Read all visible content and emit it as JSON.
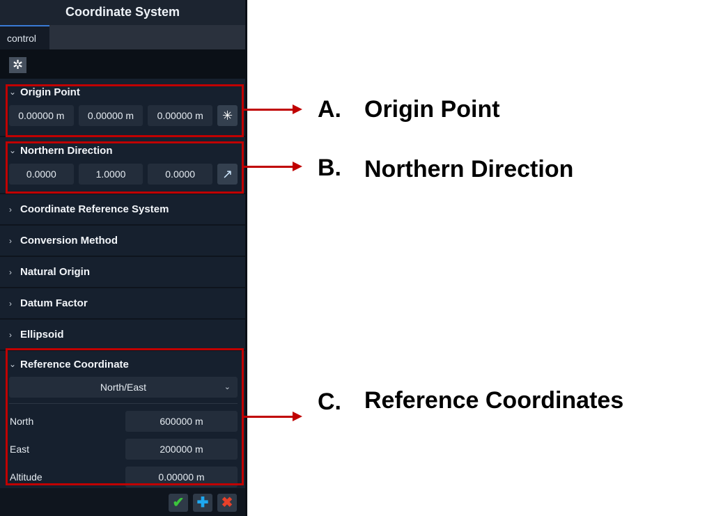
{
  "window": {
    "title": "Coordinate System"
  },
  "tabs": [
    {
      "label": "control"
    }
  ],
  "toolbar": {
    "settings_icon": "gear-icon"
  },
  "sections": {
    "origin_point": {
      "label": "Origin Point",
      "expanded": true,
      "values": [
        "0.00000 m",
        "0.00000 m",
        "0.00000 m"
      ],
      "pick_icon": "star-burst-icon"
    },
    "northern_direction": {
      "label": "Northern Direction",
      "expanded": true,
      "values": [
        "0.0000",
        "1.0000",
        "0.0000"
      ],
      "pick_icon": "direction-arrow-icon"
    },
    "collapsed": [
      {
        "label": "Coordinate Reference System"
      },
      {
        "label": "Conversion Method"
      },
      {
        "label": "Natural Origin"
      },
      {
        "label": "Datum Factor"
      },
      {
        "label": "Ellipsoid"
      }
    ],
    "reference_coordinate": {
      "label": "Reference Coordinate",
      "expanded": true,
      "mode": "North/East",
      "fields": [
        {
          "label": "North",
          "value": "600000 m"
        },
        {
          "label": "East",
          "value": "200000 m"
        },
        {
          "label": "Altitude",
          "value": "0.00000 m"
        }
      ]
    }
  },
  "footer": {
    "confirm_icon": "check-icon",
    "add_icon": "plus-icon",
    "cancel_icon": "close-icon",
    "colors": {
      "confirm": "#3cc43c",
      "add": "#1ea8f0",
      "cancel": "#e8412a"
    }
  },
  "annotations": [
    {
      "letter": "A.",
      "text": "Origin Point"
    },
    {
      "letter": "B.",
      "text": "Northern Direction"
    },
    {
      "letter": "C.",
      "text": "Reference Coordinates"
    }
  ],
  "colors": {
    "highlight": "#c00000",
    "panel_bg": "#16202e",
    "tab_accent": "#3a7bd5"
  }
}
